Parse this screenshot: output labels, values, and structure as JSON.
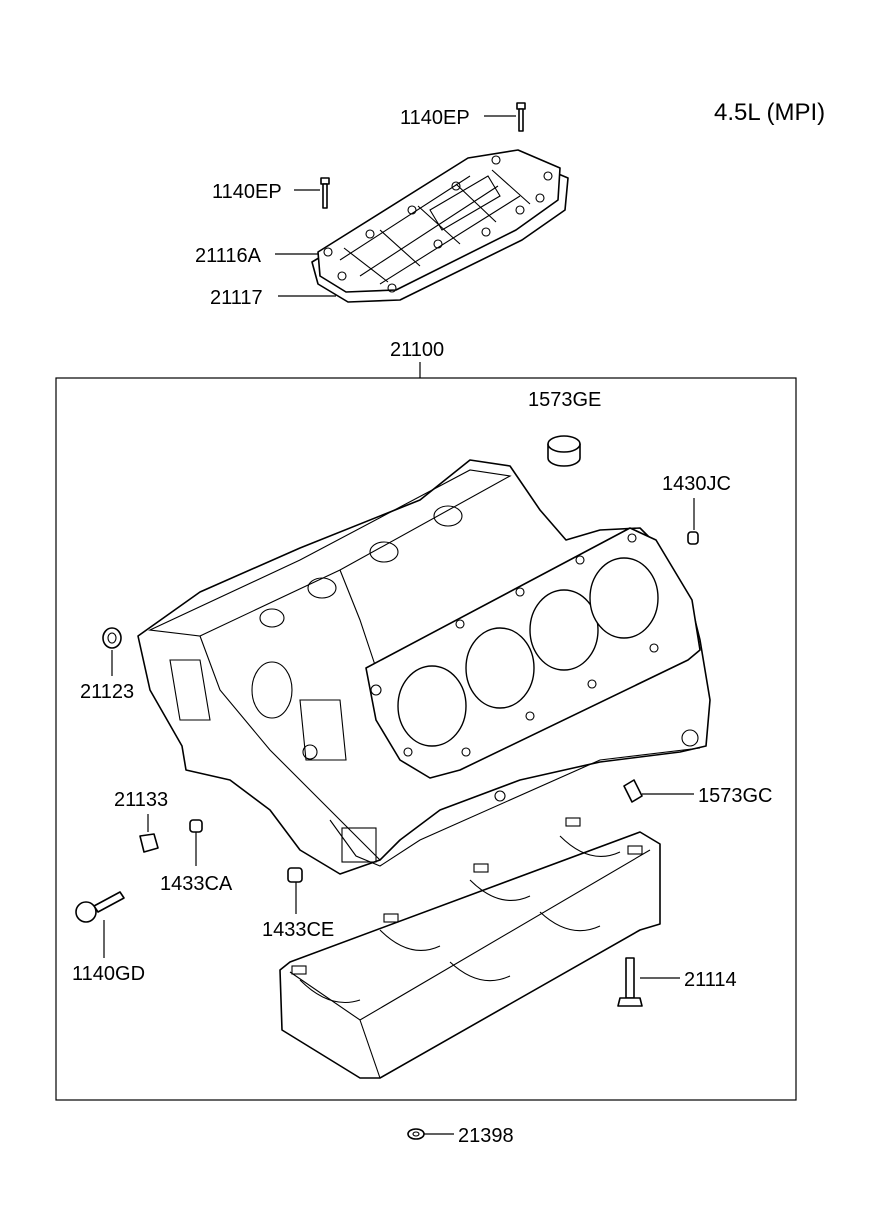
{
  "diagram": {
    "title": "4.5L (MPI)",
    "labels": {
      "bolt_top": "1140EP",
      "bolt_mid": "1140EP",
      "cover": "21116A",
      "gasket": "21117",
      "block_assy": "21100",
      "plug_ge": "1573GE",
      "pin_jc": "1430JC",
      "plug_21123": "21123",
      "plug_gc": "1573GC",
      "plug_21133": "21133",
      "dowel_ca": "1433CA",
      "dowel_ce": "1433CE",
      "bolt_gd": "1140GD",
      "bolt_21114": "21114",
      "washer_21398": "21398"
    }
  }
}
